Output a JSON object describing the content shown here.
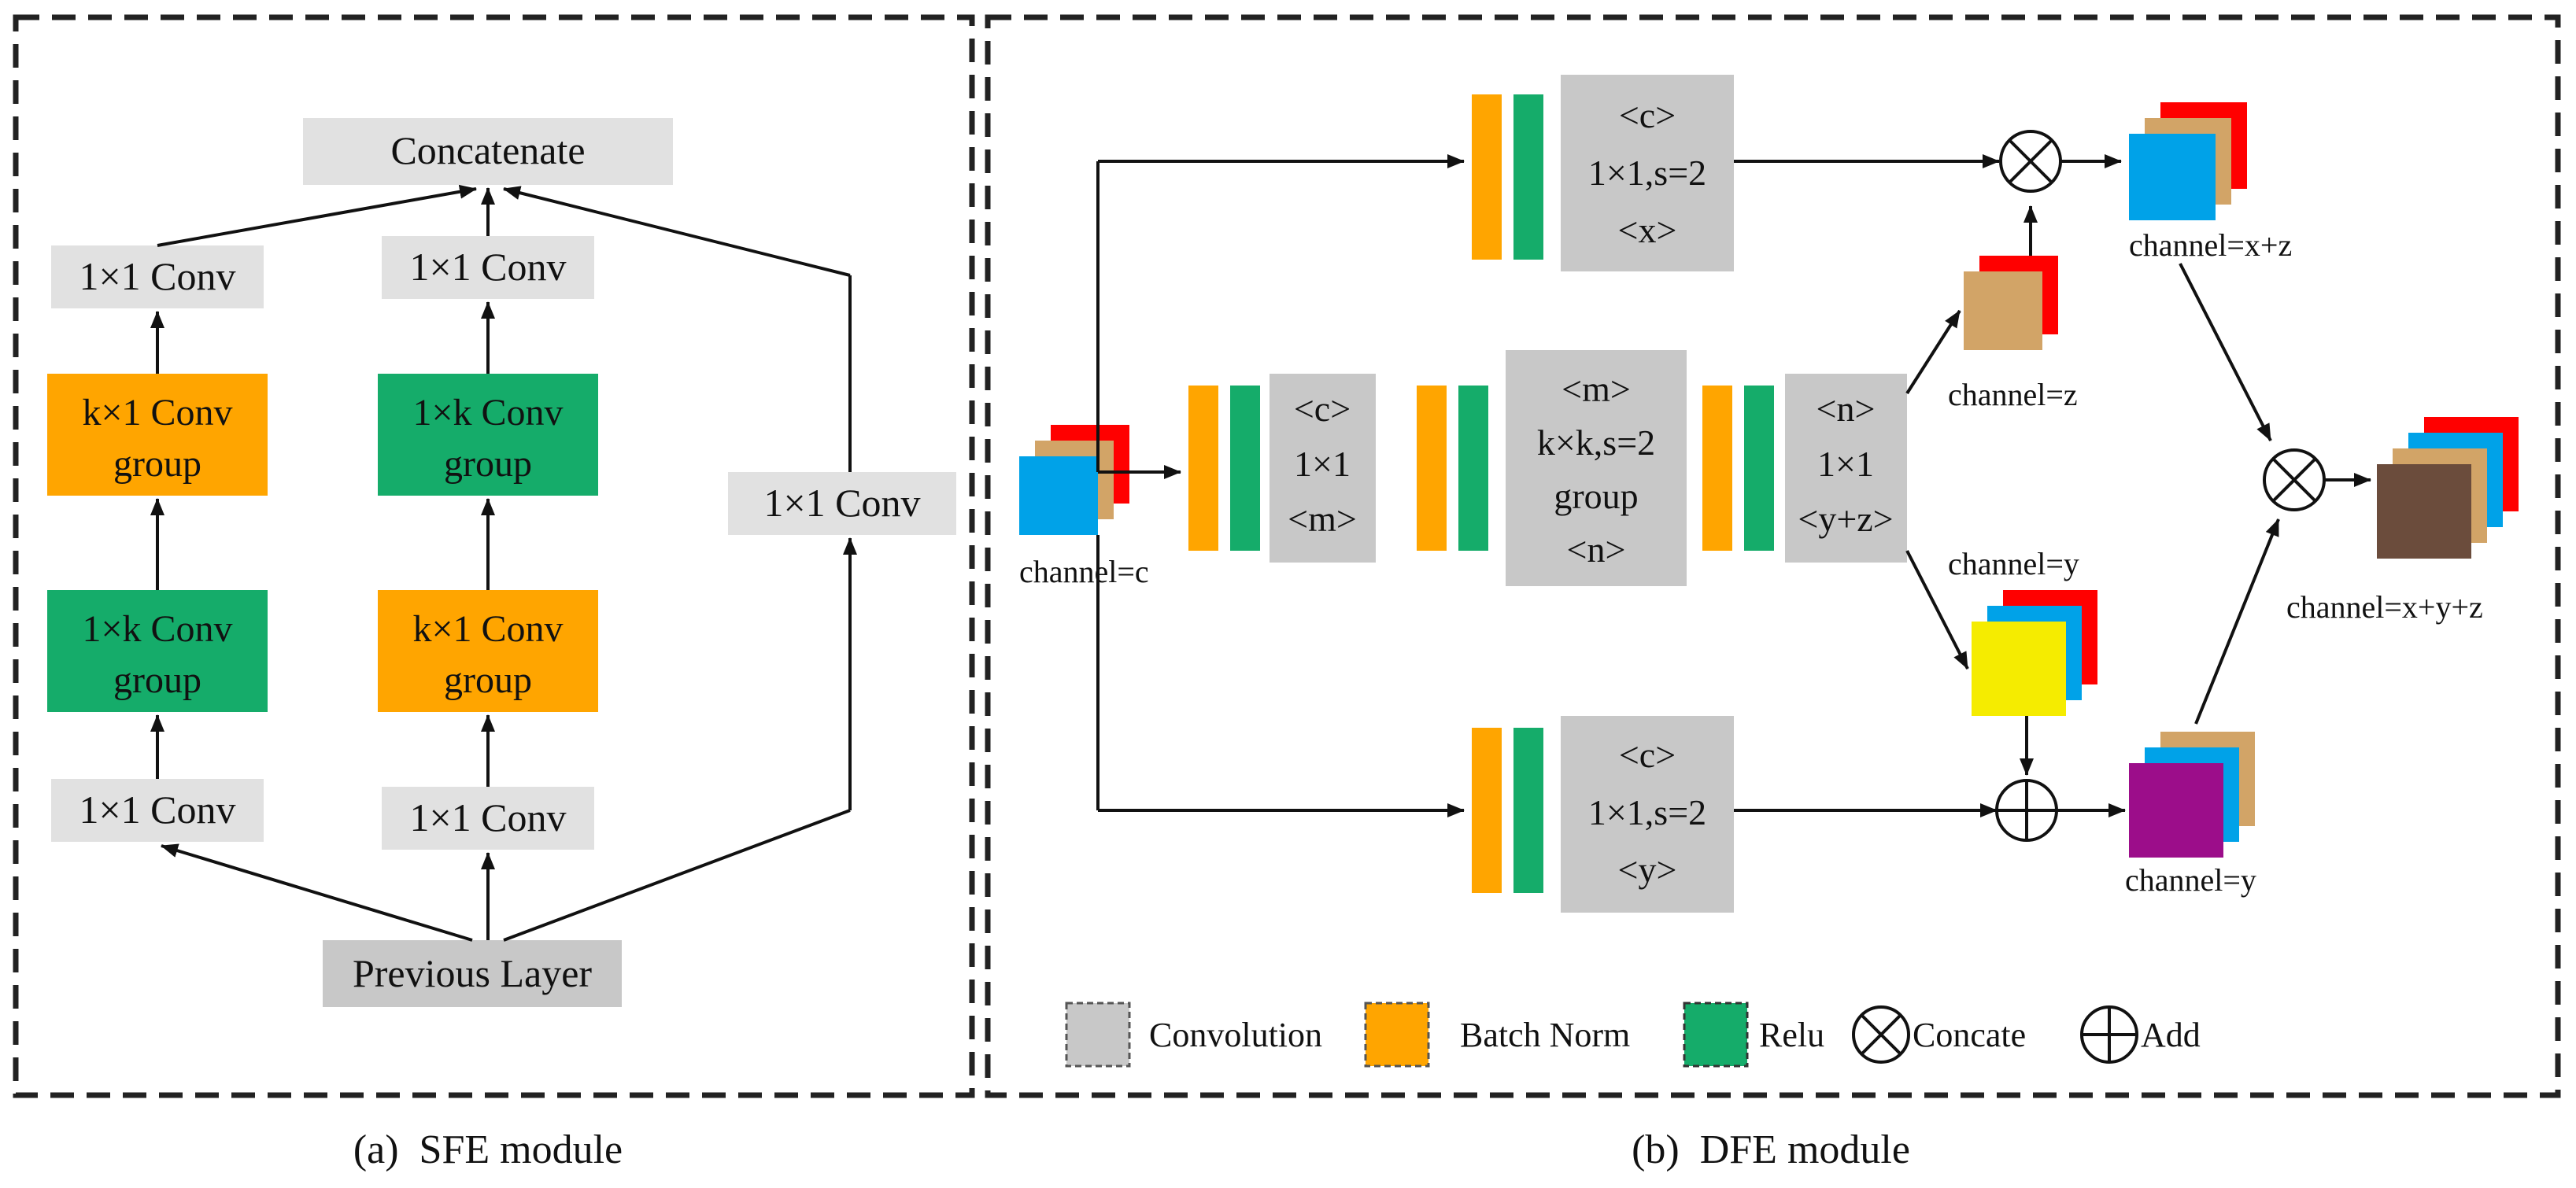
{
  "sfe": {
    "concat": "Concatenate",
    "left": {
      "top_conv": "1×1 Conv",
      "upper": [
        "k×1 Conv",
        "group"
      ],
      "lower": [
        "1×k Conv",
        "group"
      ],
      "bottom_conv": "1×1 Conv"
    },
    "middle": {
      "top_conv": "1×1 Conv",
      "upper": [
        "1×k Conv",
        "group"
      ],
      "lower": [
        "k×1 Conv",
        "group"
      ],
      "bottom_conv": "1×1 Conv"
    },
    "right_conv": "1×1 Conv",
    "previous": "Previous Layer",
    "caption": "(a)  SFE module"
  },
  "dfe": {
    "input_label": "channel=c",
    "top_conv": [
      "<c>",
      "1×1,s=2",
      "<x>"
    ],
    "mid_conv1": [
      "<c>",
      "1×1",
      "<m>"
    ],
    "mid_conv2": [
      "<m>",
      "k×k,s=2",
      "group",
      "<n>"
    ],
    "mid_conv3": [
      "<n>",
      "1×1",
      "<y+z>"
    ],
    "bottom_conv": [
      "<c>",
      "1×1,s=2",
      "<y>"
    ],
    "label_z": "channel=z",
    "label_y_in": "channel=y",
    "label_xz": "channel=x+z",
    "label_y_out": "channel=y",
    "label_final": "channel=x+y+z",
    "caption": "(b)  DFE module"
  },
  "legend": {
    "conv": "Convolution",
    "bn": "Batch Norm",
    "relu": "Relu",
    "concat": "Concate",
    "add": "Add"
  },
  "colors": {
    "orange": "#ffa500",
    "green": "#15ac6a",
    "gray": "#c8c8c8",
    "light_gray": "#e1e1e1",
    "red": "#ff0000",
    "blue": "#00a2e8",
    "tan": "#d2a467",
    "yellow": "#f5ec00",
    "purple": "#9c0d8a",
    "brown": "#6b4c3c"
  }
}
